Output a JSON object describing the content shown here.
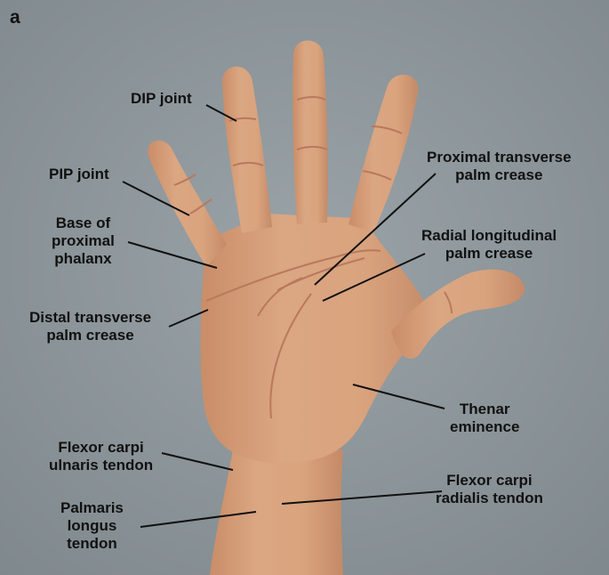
{
  "panel_label": "a",
  "colors": {
    "background": "#8e979b",
    "skin": "#d9a37e",
    "skin_shadow": "#c48a67",
    "crease": "#b9795c",
    "leader_line": "#111111"
  },
  "labels": {
    "dip_joint": "DIP joint",
    "pip_joint": "PIP joint",
    "base_proximal_phalanx": "Base of\nproximal\nphalanx",
    "distal_transverse_crease": "Distal transverse\npalm crease",
    "proximal_transverse_crease": "Proximal transverse\npalm crease",
    "radial_longitudinal_crease": "Radial longitudinal\npalm crease",
    "thenar_eminence": "Thenar\neminence",
    "fcu_tendon": "Flexor carpi\nulnaris tendon",
    "fcr_tendon": "Flexor carpi\nradialis tendon",
    "palmaris_longus": "Palmaris\nlongus\ntendon"
  }
}
